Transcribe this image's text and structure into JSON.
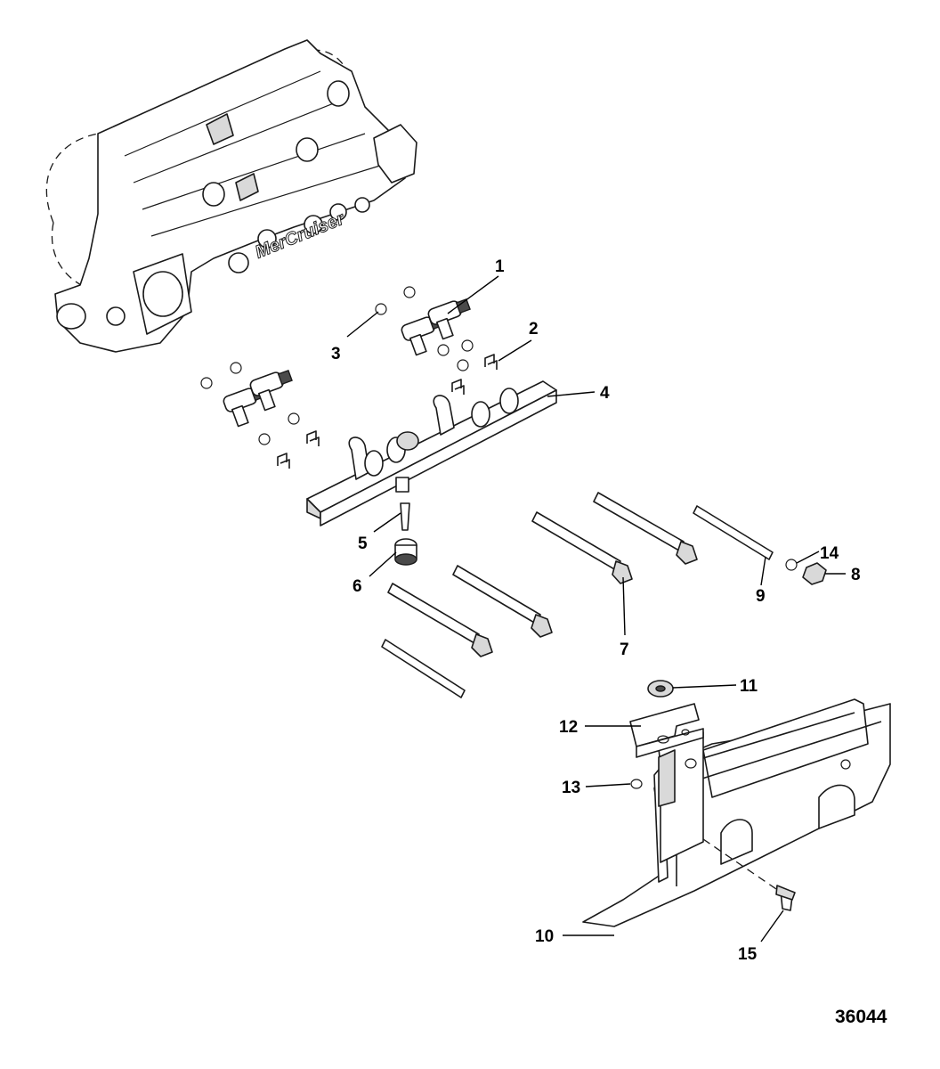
{
  "figure_id": "36044",
  "brand_mark": "MerCruiser",
  "callouts": [
    "1",
    "2",
    "3",
    "4",
    "5",
    "6",
    "7",
    "8",
    "9",
    "10",
    "11",
    "12",
    "13",
    "14",
    "15"
  ]
}
